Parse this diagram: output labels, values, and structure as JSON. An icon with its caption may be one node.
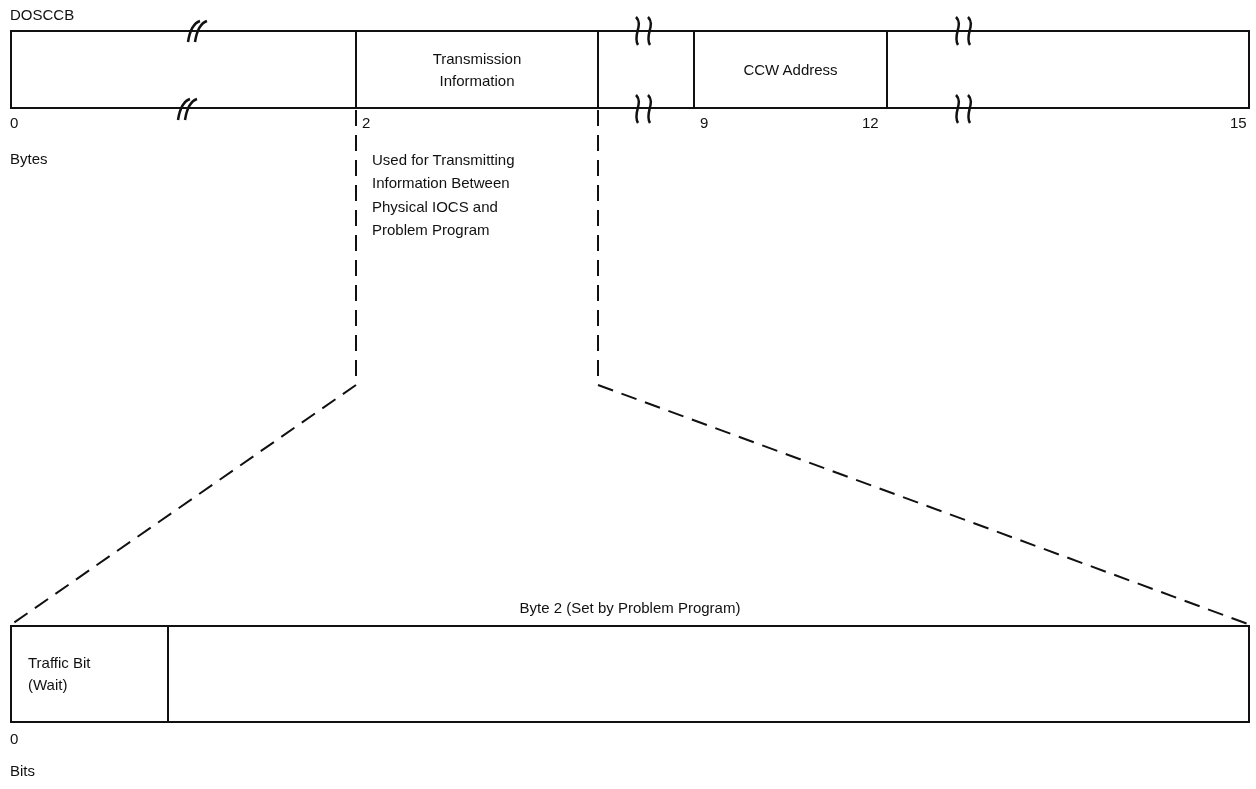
{
  "diagram": {
    "nodes": [
      {
        "text": [],
        "shape": "box"
      },
      {
        "text": [
          "Transmission Information"
        ]
      },
      {
        "text": [],
        "shape": "box"
      },
      {
        "text": [
          "CCW Address"
        ]
      },
      {
        "text": [],
        "shape": "box"
      },
      {
        "text": [
          "Byte 2 (Set by Problem Program)"
        ]
      },
      {
        "text": [
          "Traffic Bit (Wait)"
        ],
        "in": 5
      }
    ],
    "edges": [
      {
        "from": 1,
        "to": 5,
        "arrow": "none",
        "style": "dashed"
      },
      {
        "from": 1,
        "to": 5,
        "arrow": "none",
        "style": "dashed"
      }
    ],
    "labels": [
      "DOSCCB",
      "0",
      "2",
      "9",
      "12",
      "15",
      "Bytes",
      "Used for Transmitting Information Between Physical IOCS and Problem Program",
      "0",
      "Bits"
    ]
  }
}
